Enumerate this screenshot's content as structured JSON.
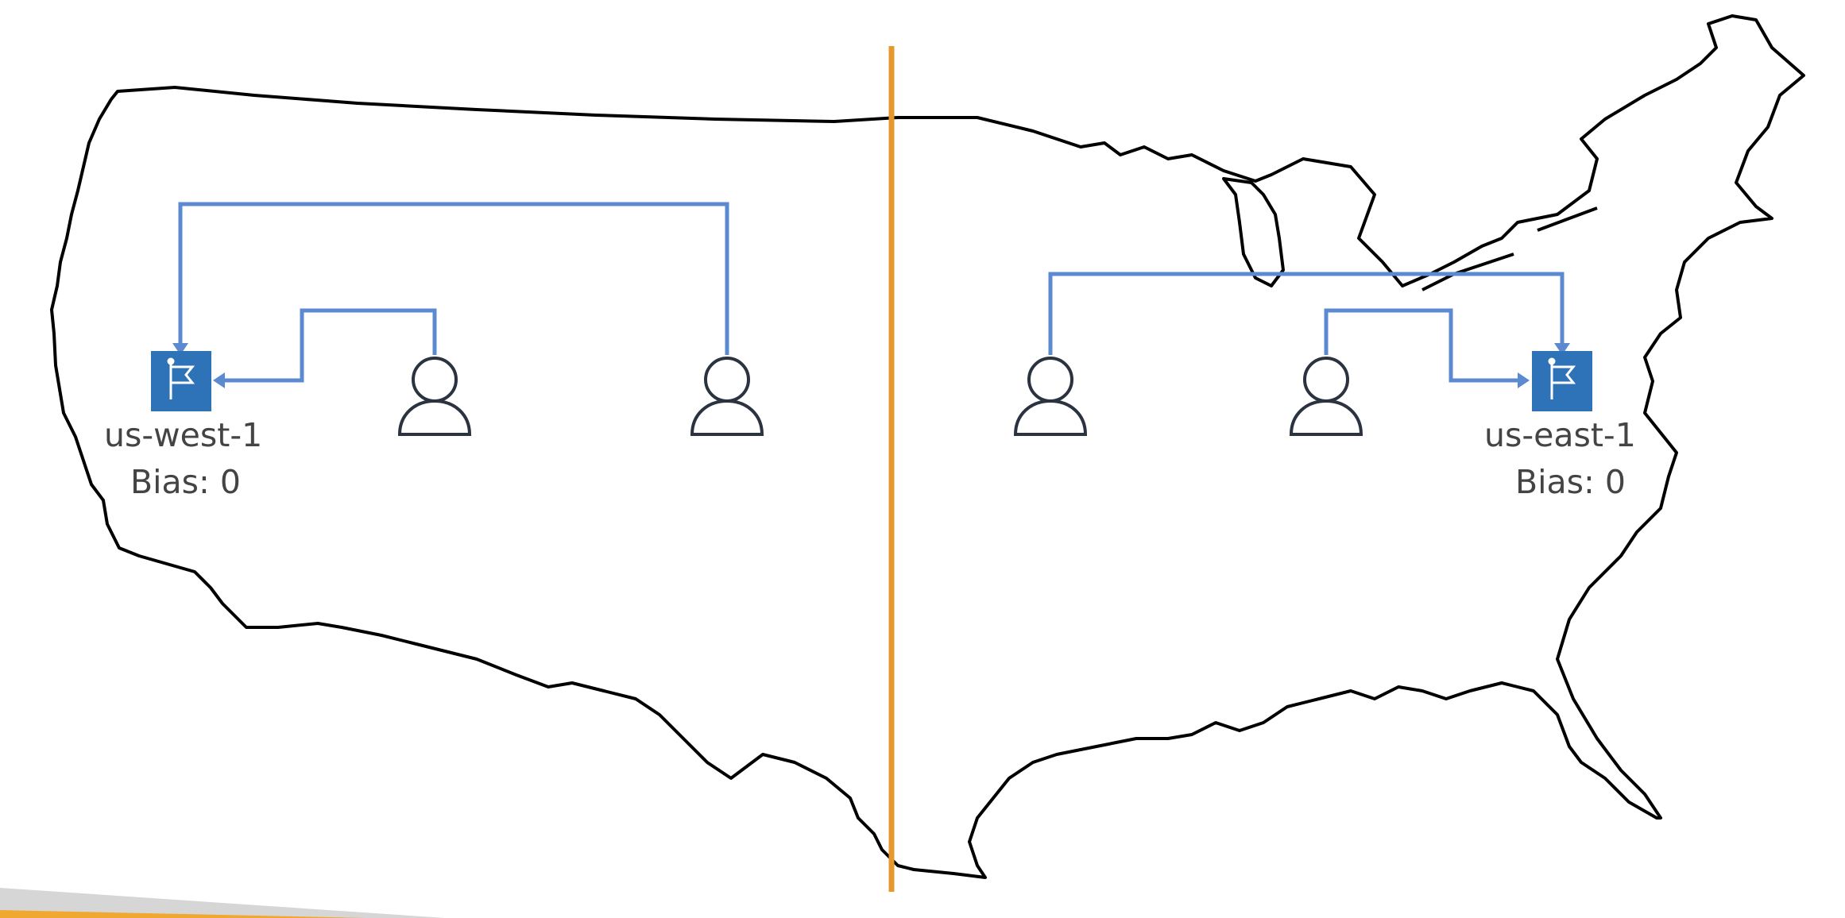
{
  "regions": {
    "west": {
      "name": "us-west-1",
      "bias": "Bias: 0"
    },
    "east": {
      "name": "us-east-1",
      "bias": "Bias: 0"
    }
  },
  "icons": {
    "endpoint": "flag-icon",
    "user": "user-icon"
  },
  "colors": {
    "map_outline": "#000000",
    "divider": "#e8962e",
    "connector": "#5b8ad0",
    "region_box": "#2e73b8",
    "user_stroke": "#2b3340",
    "footer_gray": "#d6d6d6",
    "footer_accent": "#f0a830"
  }
}
